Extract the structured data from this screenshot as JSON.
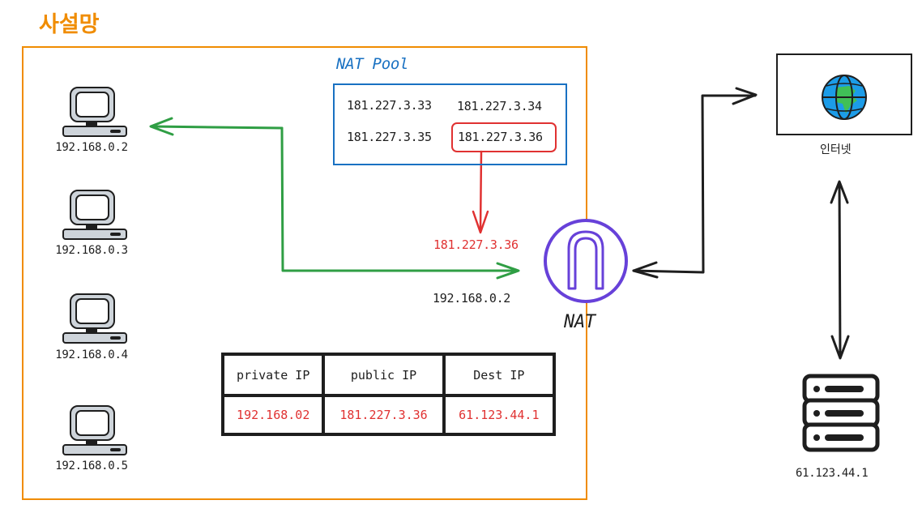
{
  "title": "사설망",
  "private_hosts": [
    {
      "ip": "192.168.0.2"
    },
    {
      "ip": "192.168.0.3"
    },
    {
      "ip": "192.168.0.4"
    },
    {
      "ip": "192.168.0.5"
    }
  ],
  "nat_pool": {
    "title": "NAT Pool",
    "addresses": [
      "181.227.3.33",
      "181.227.3.34",
      "181.227.3.35",
      "181.227.3.36"
    ],
    "selected": "181.227.3.36"
  },
  "translation": {
    "public_ip_label": "181.227.3.36",
    "private_ip_label": "192.168.0.2"
  },
  "nat": {
    "label": "NAT"
  },
  "nat_table": {
    "headers": [
      "private IP",
      "public IP",
      "Dest IP"
    ],
    "rows": [
      [
        "192.168.02",
        "181.227.3.36",
        "61.123.44.1"
      ]
    ]
  },
  "internet": {
    "label": "인터넷"
  },
  "server": {
    "ip": "61.123.44.1"
  },
  "colors": {
    "private_border": "#f08c00",
    "pool_border": "#1971c2",
    "highlight": "#e03131",
    "flow": "#2f9e44",
    "nat_icon": "#6741d9",
    "link": "#1e1e1e"
  }
}
